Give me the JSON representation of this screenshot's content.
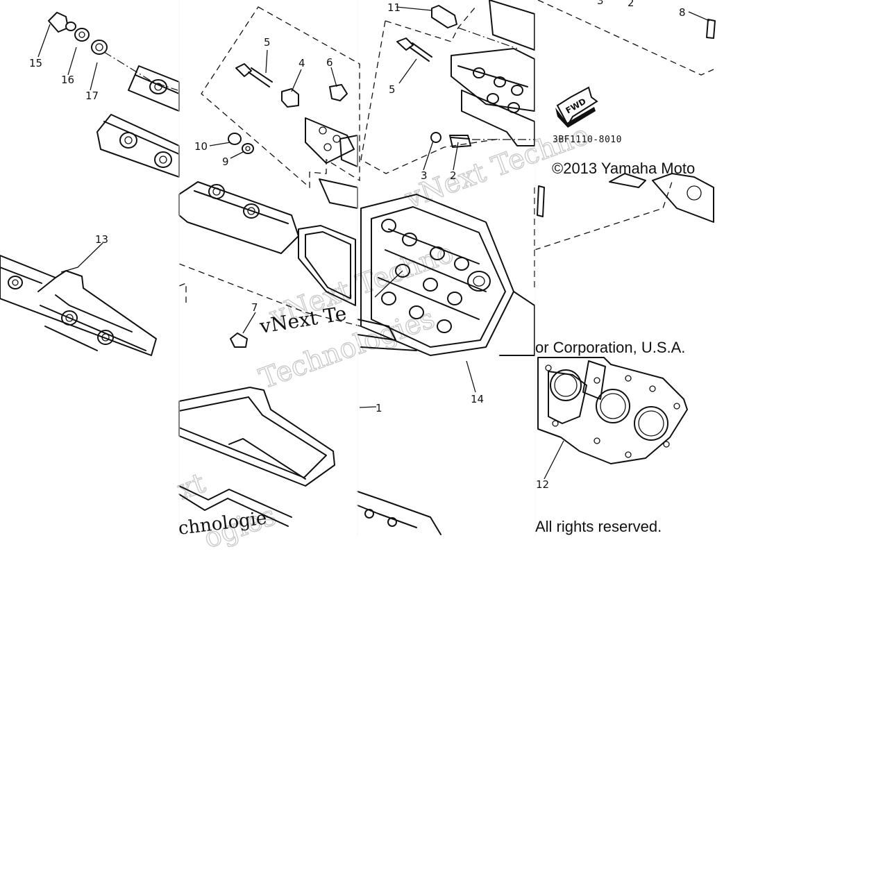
{
  "diagram": {
    "part_code": "3BF1110-8010",
    "arrow_label": "FWD",
    "copyright_1": "©2013 Yamaha Moto",
    "copyright_2": "or Corporation, U.S.A.",
    "copyright_3": "All rights reserved.",
    "watermark_1": "vNext Techno",
    "watermark_2": "vNext Te",
    "watermark_3": "Technologies",
    "watermark_4": "xt",
    "watermark_5": "chnologie",
    "watermark_6": "ogies",
    "callouts": {
      "c1": "1",
      "c2a": "2",
      "c2b": "2",
      "c3a": "3",
      "c3b": "3",
      "c4": "4",
      "c5a": "5",
      "c5b": "5",
      "c6": "6",
      "c7": "7",
      "c8": "8",
      "c9": "9",
      "c10": "10",
      "c11": "11",
      "c12": "12",
      "c13": "13",
      "c14": "14",
      "c15": "15",
      "c16": "16",
      "c17": "17"
    }
  }
}
